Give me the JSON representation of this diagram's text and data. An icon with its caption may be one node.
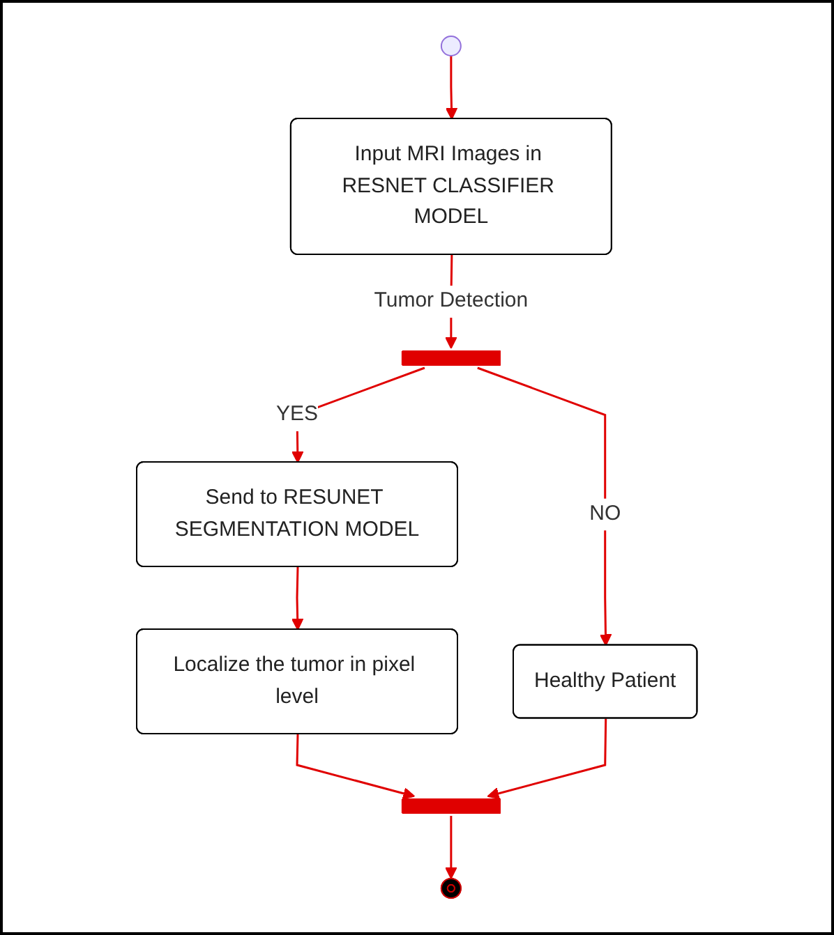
{
  "diagram": {
    "nodes": [
      {
        "text": [],
        "shape": "circle"
      },
      {
        "text": [
          "Input MRI Images in RESNET CLASSIFIER MODEL"
        ]
      },
      {
        "text": [],
        "shape": "bar"
      },
      {
        "text": [
          "Send to RESUNET SEGMENTATION MODEL"
        ]
      },
      {
        "text": [
          "Healthy Patient"
        ]
      },
      {
        "text": [
          "Localize the tumor in pixel level"
        ]
      },
      {
        "text": [],
        "shape": "bar"
      },
      {
        "text": [],
        "shape": "circle"
      }
    ],
    "edges": [
      {
        "from": 0,
        "to": 1,
        "arrow": "to"
      },
      {
        "from": 1,
        "to": 2,
        "arrow": "to",
        "label": "Tumor Detection"
      },
      {
        "from": 2,
        "to": 3,
        "arrow": "to",
        "label": "YES"
      },
      {
        "from": 2,
        "to": 4,
        "arrow": "to",
        "label": "NO"
      },
      {
        "from": 3,
        "to": 5,
        "arrow": "to"
      },
      {
        "from": 5,
        "to": 6,
        "arrow": "to"
      },
      {
        "from": 4,
        "to": 6,
        "arrow": "to"
      },
      {
        "from": 6,
        "to": 7,
        "arrow": "to"
      }
    ]
  }
}
